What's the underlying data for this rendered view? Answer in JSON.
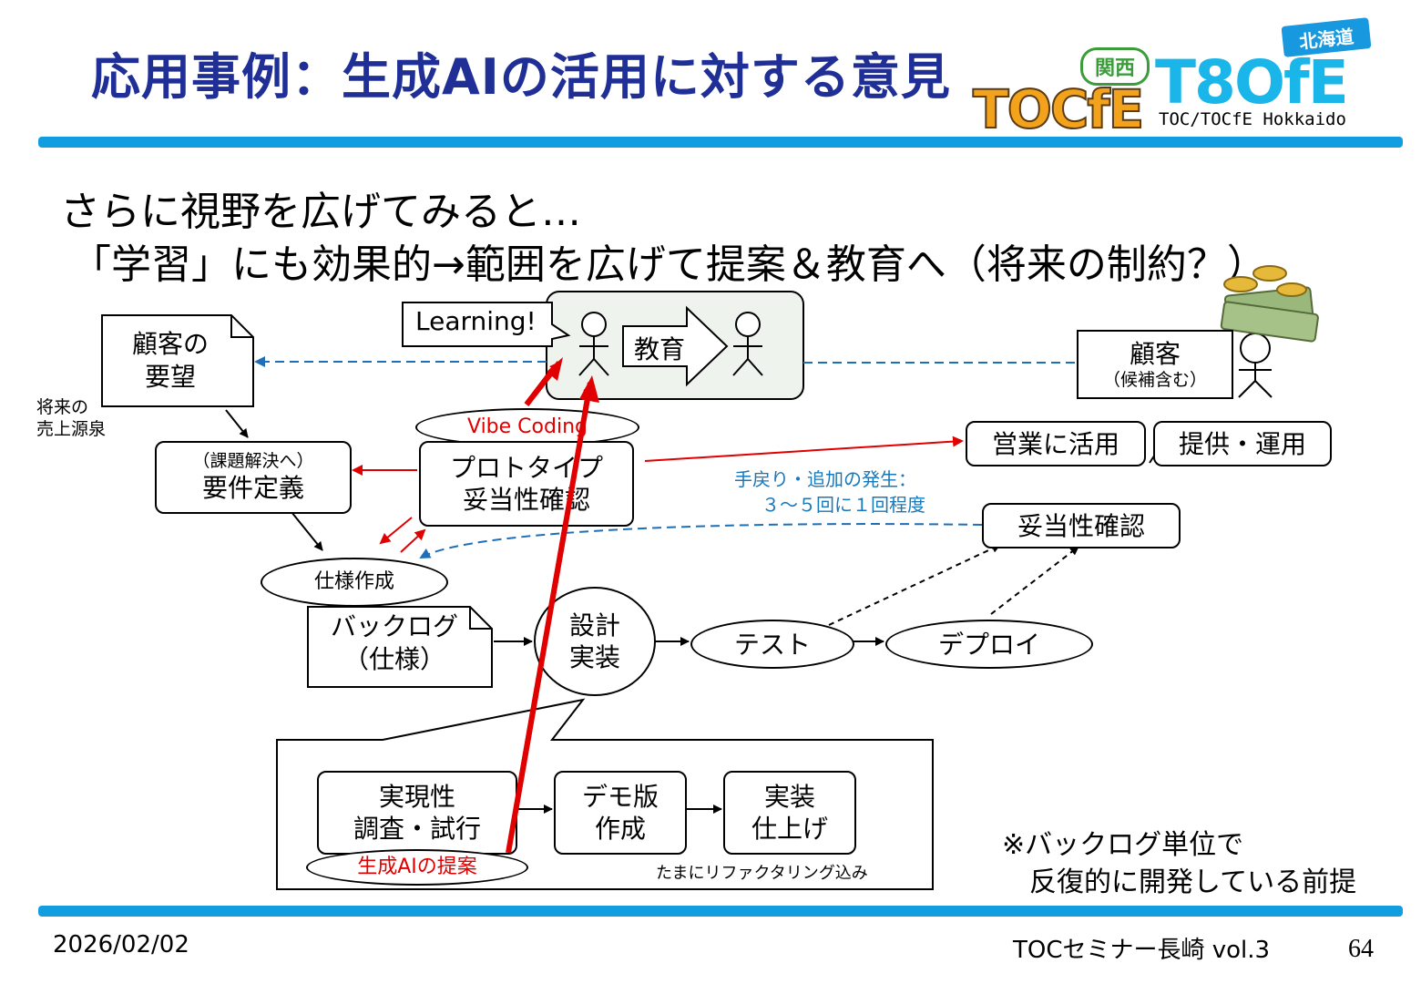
{
  "slide": {
    "title": "応用事例：生成AIの活用に対する意見",
    "intro_line1": "さらに視野を広げてみると…",
    "intro_line2": "「学習」にも効果的→範囲を広げて提案＆教育へ（将来の制約？）",
    "date": "2026/02/02",
    "footer_center": "TOCセミナー長崎 vol.3",
    "page_number": "64"
  },
  "logos": {
    "kansai_badge": "関西",
    "kansai_logo_text": "TOCfE",
    "hokkaido_badge": "北海道",
    "hokkaido_logo_text": "T8OfE",
    "hokkaido_caption": "TOC/TOCfE Hokkaido"
  },
  "diagram": {
    "customer_request_line1": "顧客の",
    "customer_request_line2": "要望",
    "future_revenue_line1": "将来の",
    "future_revenue_line2": "売上源泉",
    "learning_callout": "Learning!",
    "education_arrow": "教育",
    "customer_line1": "顧客",
    "customer_line2": "（候補含む）",
    "requirements_line1": "（課題解決へ）",
    "requirements_line2": "要件定義",
    "vibe_coding": "Vibe Coding",
    "prototype_line1": "プロトタイプ",
    "prototype_line2": "妥当性確認",
    "sales_use": "営業に活用",
    "provide_operate": "提供・運用",
    "rework_note_line1": "手戻り・追加の発生：",
    "rework_note_line2": "３～５回に１回程度",
    "validation": "妥当性確認",
    "spec_creation": "仕様作成",
    "backlog_line1": "バックログ",
    "backlog_line2": "（仕様）",
    "design_line1": "設計",
    "design_line2": "実装",
    "test": "テスト",
    "deploy": "デプロイ",
    "feasibility_line1": "実現性",
    "feasibility_line2": "調査・試行",
    "demo_line1": "デモ版",
    "demo_line2": "作成",
    "impl_line1": "実装",
    "impl_line2": "仕上げ",
    "genai_proposal": "生成AIの提案",
    "refactoring_note": "たまにリファクタリング込み",
    "backlog_note_line1": "※バックログ単位で",
    "backlog_note_line2": "反復的に開発している前提"
  },
  "colors": {
    "title": "#1f2f96",
    "bar": "#119de0",
    "red": "#e00000",
    "blue_dash": "#1f6fb8",
    "education_bg": "#eef3ee"
  }
}
